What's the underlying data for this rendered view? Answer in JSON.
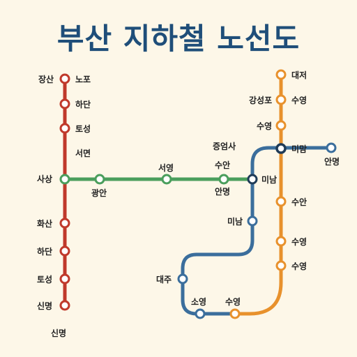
{
  "title": "부산 지하철 노선도",
  "colors": {
    "background": "#fdf7e8",
    "title": "#1f4e79",
    "line_red": "#c0392b",
    "line_green": "#4a9e5c",
    "line_orange": "#e8912c",
    "line_blue": "#3b6e9c",
    "transfer_fill": "#1f3b57"
  },
  "lines": {
    "red": {
      "color_key": "line_red"
    },
    "green": {
      "color_key": "line_green"
    },
    "orange": {
      "color_key": "line_orange"
    },
    "blue": {
      "color_key": "line_blue"
    }
  },
  "stations": {
    "red_1": "장산",
    "red_1b": "노포",
    "red_2": "하단",
    "red_3": "토성",
    "red_4": "서면",
    "red_5": "사상",
    "red_6": "화산",
    "red_7": "하단",
    "red_8": "토성",
    "red_9": "신명",
    "red_10": "신명",
    "green_1": "광안",
    "green_2": "서영",
    "green_3": "수안",
    "green_3b": "안명",
    "green_4": "증엄사",
    "transfer_1": "미남",
    "orange_1": "대저",
    "orange_2_left": "강성포",
    "orange_2": "수영",
    "orange_3": "수영",
    "transfer_2": "미맘",
    "blue_end": "안명",
    "orange_4": "수안",
    "orange_5": "수영",
    "orange_6": "수영",
    "blue_1": "미남",
    "blue_2": "대주",
    "blue_3": "소영",
    "blue_4": "수영"
  }
}
